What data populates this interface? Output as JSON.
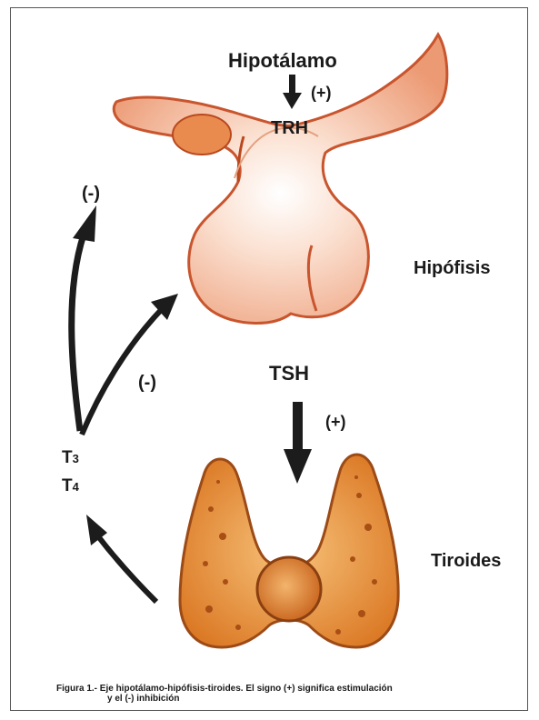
{
  "labels": {
    "hypothalamus": "Hipotálamo",
    "plus_top": "(+)",
    "trh": "TRH",
    "minus_left": "(-)",
    "pituitary": "Hipófisis",
    "tsh": "TSH",
    "minus_mid": "(-)",
    "plus_mid": "(+)",
    "t3_letter": "T",
    "t3_sub": "3",
    "t4_letter": "T",
    "t4_sub": "4",
    "thyroid": "Tiroides"
  },
  "caption": {
    "line1": "Figura 1.- Eje hipotálamo-hipófisis-tiroides. El signo (+) significa estimulación",
    "line2": "y el (-) inhibición"
  },
  "colors": {
    "pituitary_fill": "#f2a784",
    "pituitary_dark": "#c8552e",
    "thyroid_fill": "#e7893a",
    "thyroid_dark": "#9c4a16",
    "arrow": "#1c1c1c"
  }
}
